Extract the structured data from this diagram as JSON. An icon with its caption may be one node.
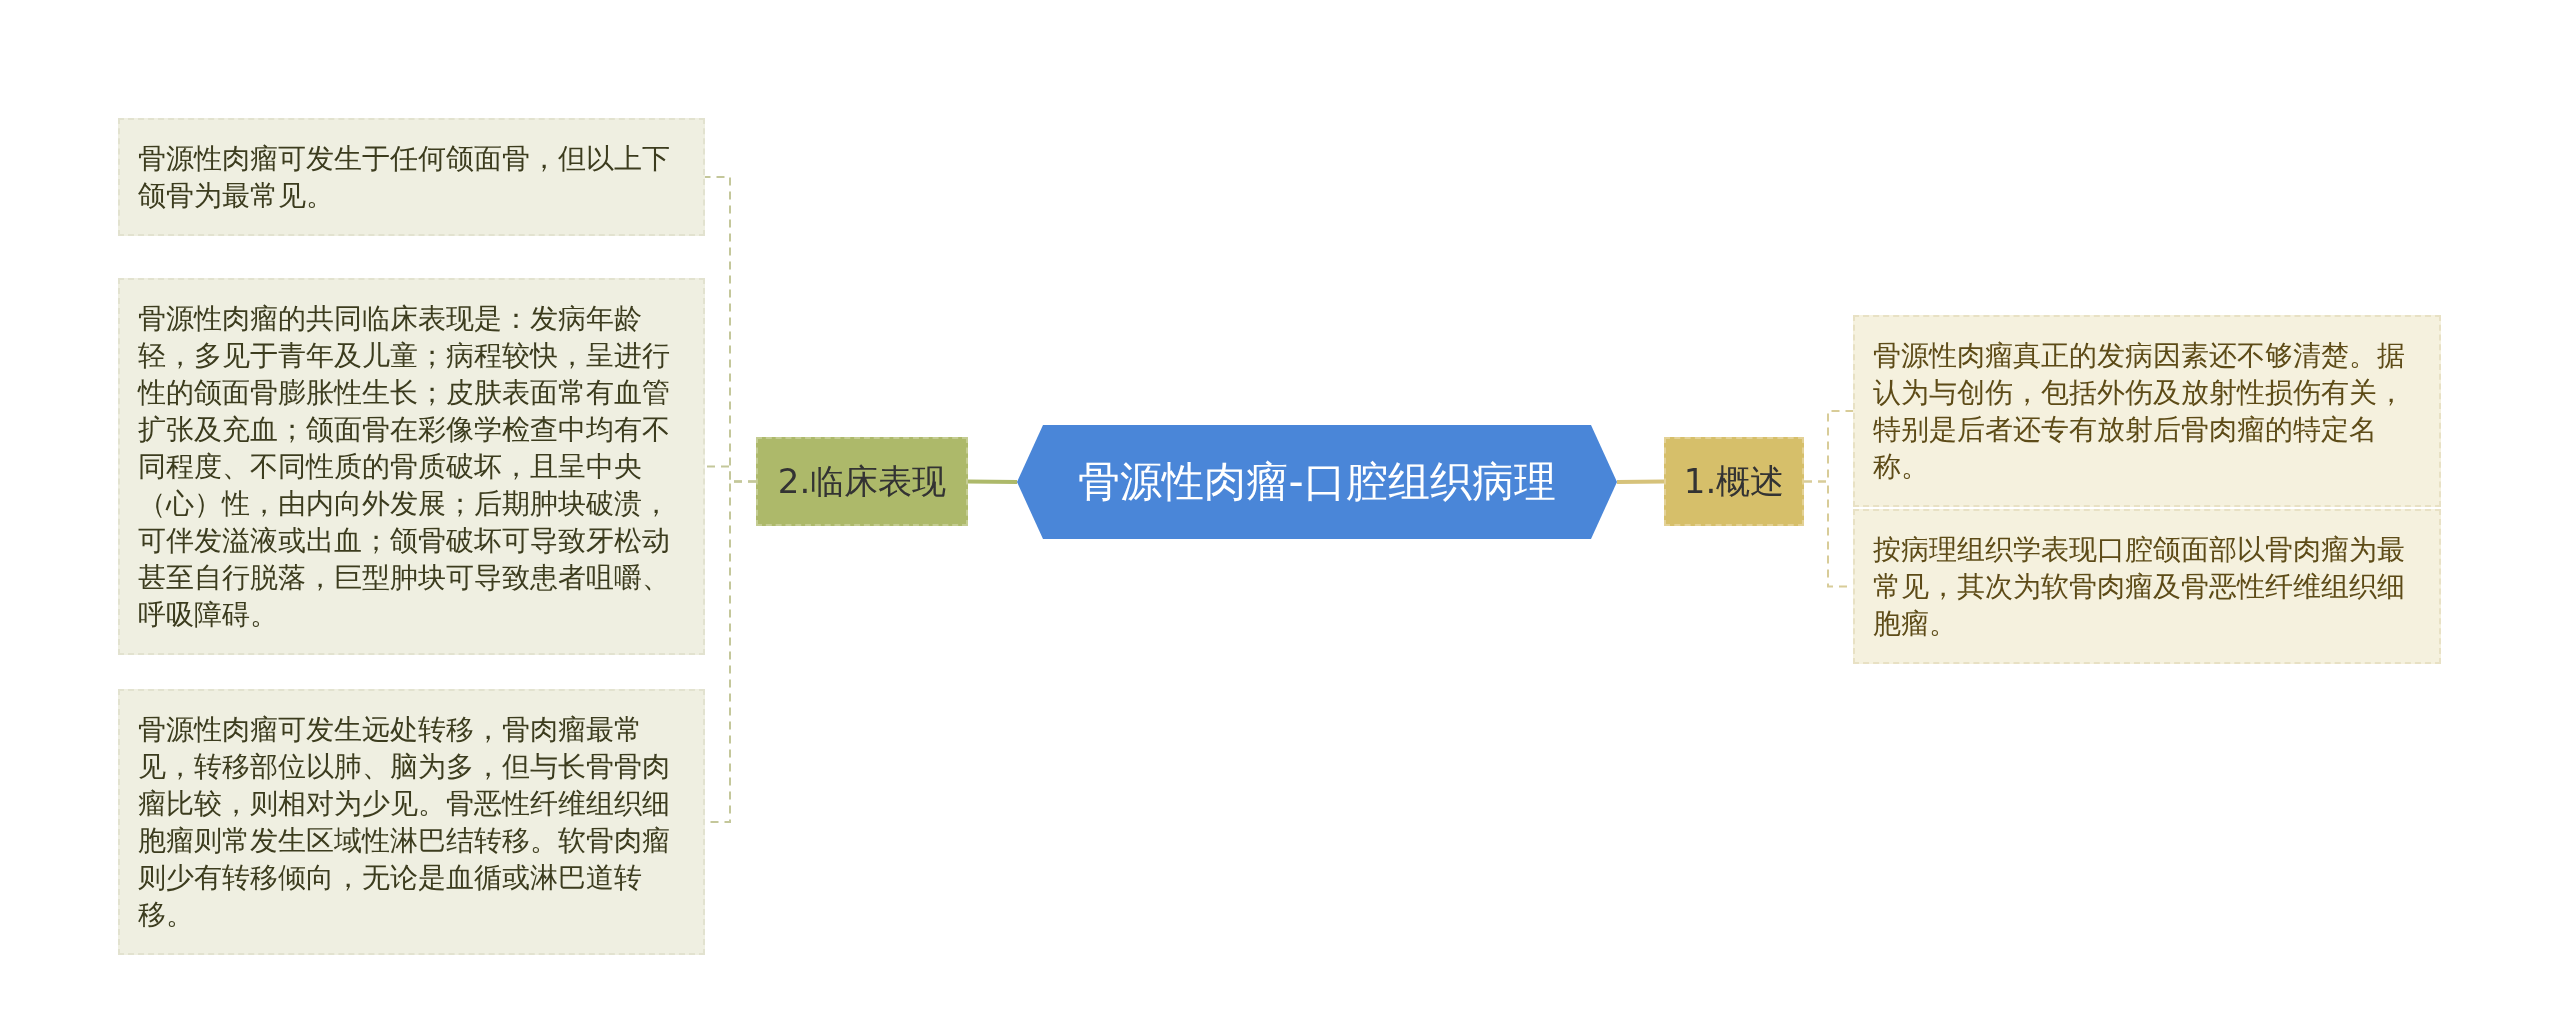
{
  "diagram": {
    "nodes": [
      {
        "text": [
          "骨源性肉瘤-口腔组织病理"
        ]
      },
      {
        "text": [
          "2.临床表现"
        ]
      },
      {
        "text": [
          "骨源性肉瘤可发生于任何颌面骨，但以上下颌骨为最常见。"
        ]
      },
      {
        "text": [
          "骨源性肉瘤的共同临床表现是：发病年龄轻，多见于青年及儿童；病程较快，呈进行性的颌面骨膨胀性生长；皮肤表面常有血管扩张及充血；颌面骨在彩像学检查中均有不同程度、不同性质的骨质破坏，且呈中央（心）性，由内向外发展；后期肿块破溃，可伴发溢液或出血；颌骨破坏可导致牙松动甚至自行脱落，巨型肿块可导致患者咀嚼、呼吸障碍。"
        ]
      },
      {
        "text": [
          "骨源性肉瘤可发生远处转移，骨肉瘤最常见，转移部位以肺、脑为多，但与长骨骨肉瘤比较，则相对为少见。骨恶性纤维组织细胞瘤则常发生区域性淋巴结转移。软骨肉瘤则少有转移倾向，无论是血循或淋巴道转移。"
        ]
      },
      {
        "text": [
          "1.概述"
        ]
      },
      {
        "text": [
          "骨源性肉瘤真正的发病因素还不够清楚。据认为与创伤，包括外伤及放射性损伤有关，特别是后者还专有放射后骨肉瘤的特定名称。"
        ]
      },
      {
        "text": [
          "按病理组织学表现口腔颌面部以骨肉瘤为最常见，其次为软骨肉瘤及骨恶性纤维组织细胞瘤。"
        ]
      }
    ],
    "edges": [
      {
        "from": 0,
        "to": 1,
        "arrow": "none",
        "color": "#adb96a"
      },
      {
        "from": 1,
        "to": 2,
        "arrow": "none",
        "style": "dashed",
        "color": "#c4c79a"
      },
      {
        "from": 1,
        "to": 3,
        "arrow": "none",
        "style": "dashed",
        "color": "#c4c79a"
      },
      {
        "from": 1,
        "to": 4,
        "arrow": "none",
        "style": "dashed",
        "color": "#c4c79a"
      },
      {
        "from": 0,
        "to": 5,
        "arrow": "none",
        "color": "#d6c27a"
      },
      {
        "from": 5,
        "to": 6,
        "arrow": "none",
        "style": "dashed",
        "color": "#d8cc98"
      },
      {
        "from": 5,
        "to": 7,
        "arrow": "none",
        "style": "dashed",
        "color": "#d8cc98"
      }
    ]
  }
}
